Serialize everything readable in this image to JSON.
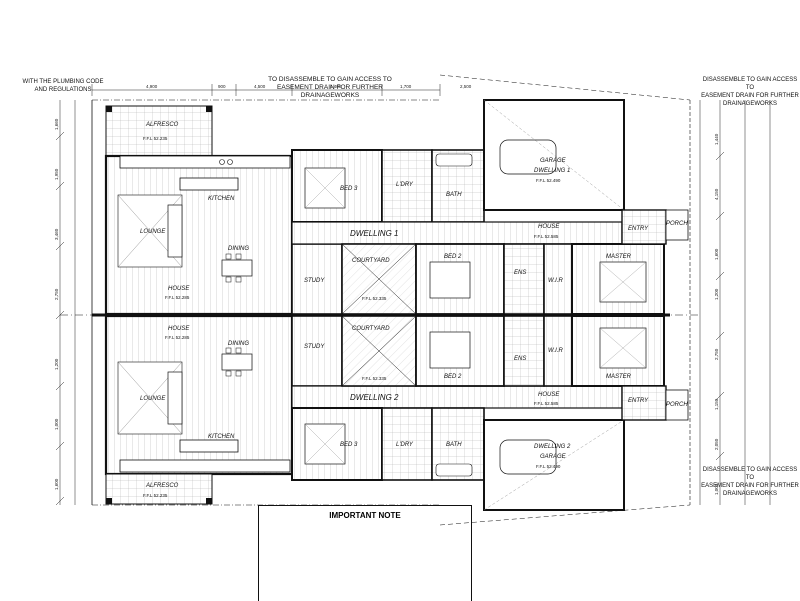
{
  "notes": {
    "top_left": "WITH THE PLUMBING CODE\nAND REGULATIONS",
    "top_center": "TO DISASSEMBLE TO GAIN ACCESS TO\nEASEMENT DRAIN FOR FURTHER\nDRAINAGEWORKS",
    "top_right": "DISASSEMBLE TO GAIN ACCESS TO\nEASEMENT DRAIN FOR FURTHER\nDRAINAGEWORKS",
    "bottom_right": "DISASSEMBLE TO GAIN ACCESS TO\nEASEMENT DRAIN FOR FURTHER\nDRAINAGEWORKS",
    "important": "IMPORTANT NOTE"
  },
  "dwelling1": {
    "name": "DWELLING 1",
    "alfresco": "ALFRESCO",
    "alfresco_ffl": "F.F.L 52.235",
    "kitchen": "KITCHEN",
    "lounge": "LOUNGE",
    "dining": "DINING",
    "study": "STUDY",
    "house": "HOUSE",
    "house_ffl": "F.F.L 52.285",
    "bed3": "BED 3",
    "bed2": "BED 2",
    "master": "MASTER",
    "courtyard": "COURTYARD",
    "courtyard_ffl": "F.F.L 52.335",
    "bath": "BATH",
    "ldry": "L'DRY",
    "ens": "ENS",
    "wir": "W.I.R",
    "garage_dwelling": "DWELLING 1",
    "garage": "GARAGE",
    "garage_ffl": "F.F.L 52.490",
    "entry_house": "HOUSE",
    "entry_ffl": "F.F.L 52.585",
    "entry": "ENTRY",
    "porch": "PORCH"
  },
  "dwelling2": {
    "name": "DWELLING 2",
    "alfresco": "ALFRESCO",
    "alfresco_ffl": "F.F.L 52.235",
    "kitchen": "KITCHEN",
    "lounge": "LOUNGE",
    "dining": "DINING",
    "study": "STUDY",
    "house": "HOUSE",
    "house_ffl": "F.F.L 52.285",
    "bed3": "BED 3",
    "bed2": "BED 2",
    "master": "MASTER",
    "courtyard": "COURTYARD",
    "courtyard_ffl": "F.F.L 52.335",
    "bath": "BATH",
    "ldry": "L'DRY",
    "ens": "ENS",
    "wir": "W.I.R",
    "garage_dwelling": "DWELLING 2",
    "garage": "GARAGE",
    "garage_ffl": "F.F.L 52.490",
    "entry_house": "HOUSE",
    "entry_ffl": "F.F.L 52.585",
    "entry": "ENTRY",
    "porch": "PORCH"
  },
  "dimensions": {
    "top": [
      "4,900",
      "900",
      "4,500",
      "4,400",
      "1,700",
      "2,500"
    ],
    "left": [
      "1,660",
      "1,950",
      "3,460",
      "2,750",
      "1,200",
      "1,000",
      "1,600"
    ],
    "right": [
      "1,440",
      "4,150",
      "1,600",
      "1,200",
      "2,750",
      "1,150",
      "2,050",
      "1,000"
    ]
  },
  "colors": {
    "ink": "#111111",
    "hatch": "#9a9a9a",
    "paper": "#ffffff"
  }
}
